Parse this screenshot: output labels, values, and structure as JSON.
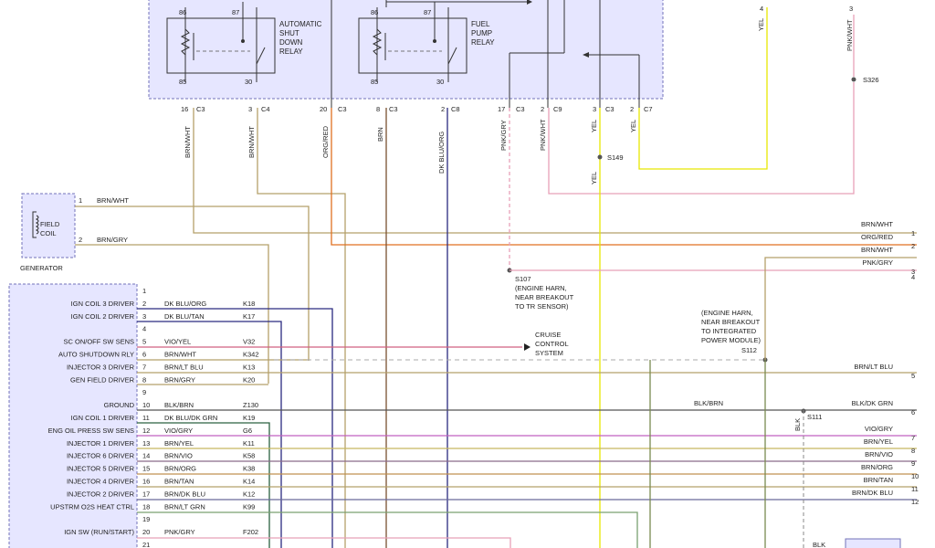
{
  "relays": [
    {
      "name": "AUTOMATIC SHUT DOWN RELAY",
      "lines": [
        "AUTOMATIC",
        "SHUT",
        "DOWN",
        "RELAY"
      ],
      "pins": [
        "86",
        "87",
        "85",
        "30"
      ]
    },
    {
      "name": "FUEL PUMP RELAY",
      "lines": [
        "FUEL",
        "PUMP",
        "RELAY"
      ],
      "pins": [
        "86",
        "87",
        "85",
        "30"
      ]
    }
  ],
  "connectors": [
    {
      "pin": "16",
      "conn": "C3"
    },
    {
      "pin": "3",
      "conn": "C4"
    },
    {
      "pin": "20",
      "conn": "C3"
    },
    {
      "pin": "8",
      "conn": "C3"
    },
    {
      "pin": "2",
      "conn": "C8"
    },
    {
      "pin": "17",
      "conn": "C3"
    },
    {
      "pin": "2",
      "conn": "C9"
    },
    {
      "pin": "3",
      "conn": "C3"
    },
    {
      "pin": "2",
      "conn": "C7"
    }
  ],
  "vertical_labels": [
    "BRN/WHT",
    "BRN/WHT",
    "ORG/RED",
    "BRN",
    "DK BLU/ORG",
    "PNK/GRY",
    "PNK/WHT",
    "YEL",
    "YEL",
    "YEL",
    "YEL",
    "PNK/WHT",
    "BLK"
  ],
  "top_right_pins": [
    "4",
    "3"
  ],
  "splices": [
    "S326",
    "S149",
    "S107",
    "S112",
    "S111"
  ],
  "splice_notes": {
    "s107": [
      "(ENGINE HARN,",
      "NEAR BREAKOUT",
      "TO TR SENSOR)"
    ],
    "s112": [
      "(ENGINE HARN,",
      "NEAR BREAKOUT",
      "TO INTEGRATED",
      "POWER MODULE)"
    ]
  },
  "generator": {
    "title": "GENERATOR",
    "coil_lines": [
      "FIELD",
      "COIL"
    ],
    "pins": [
      {
        "pin": "1",
        "wire": "BRN/WHT"
      },
      {
        "pin": "2",
        "wire": "BRN/GRY"
      }
    ]
  },
  "cruise_lines": [
    "CRUISE",
    "CONTROL",
    "SYSTEM"
  ],
  "pcm_rows": [
    {
      "pin": "1",
      "func": "",
      "wire": "",
      "circuit": ""
    },
    {
      "pin": "2",
      "func": "IGN COIL 3 DRIVER",
      "wire": "DK BLU/ORG",
      "circuit": "K18"
    },
    {
      "pin": "3",
      "func": "IGN COIL 2 DRIVER",
      "wire": "DK BLU/TAN",
      "circuit": "K17"
    },
    {
      "pin": "4",
      "func": "",
      "wire": "",
      "circuit": ""
    },
    {
      "pin": "5",
      "func": "SC ON/OFF SW SENS",
      "wire": "VIO/YEL",
      "circuit": "V32"
    },
    {
      "pin": "6",
      "func": "AUTO SHUTDOWN RLY",
      "wire": "BRN/WHT",
      "circuit": "K342"
    },
    {
      "pin": "7",
      "func": "INJECTOR 3 DRIVER",
      "wire": "BRN/LT BLU",
      "circuit": "K13"
    },
    {
      "pin": "8",
      "func": "GEN FIELD DRIVER",
      "wire": "BRN/GRY",
      "circuit": "K20"
    },
    {
      "pin": "9",
      "func": "",
      "wire": "",
      "circuit": ""
    },
    {
      "pin": "10",
      "func": "GROUND",
      "wire": "BLK/BRN",
      "circuit": "Z130"
    },
    {
      "pin": "11",
      "func": "IGN COIL 1 DRIVER",
      "wire": "DK BLU/DK GRN",
      "circuit": "K19"
    },
    {
      "pin": "12",
      "func": "ENG OIL PRESS SW SENS",
      "wire": "VIO/GRY",
      "circuit": "G6"
    },
    {
      "pin": "13",
      "func": "INJECTOR 1 DRIVER",
      "wire": "BRN/YEL",
      "circuit": "K11"
    },
    {
      "pin": "14",
      "func": "INJECTOR 6 DRIVER",
      "wire": "BRN/VIO",
      "circuit": "K58"
    },
    {
      "pin": "15",
      "func": "INJECTOR 5 DRIVER",
      "wire": "BRN/ORG",
      "circuit": "K38"
    },
    {
      "pin": "16",
      "func": "INJECTOR 4 DRIVER",
      "wire": "BRN/TAN",
      "circuit": "K14"
    },
    {
      "pin": "17",
      "func": "INJECTOR 2 DRIVER",
      "wire": "BRN/DK BLU",
      "circuit": "K12"
    },
    {
      "pin": "18",
      "func": "UPSTRM O2S HEAT CTRL",
      "wire": "BRN/LT GRN",
      "circuit": "K99"
    },
    {
      "pin": "19",
      "func": "",
      "wire": "",
      "circuit": ""
    },
    {
      "pin": "20",
      "func": "IGN SW (RUN/START)",
      "wire": "PNK/GRY",
      "circuit": "F202"
    },
    {
      "pin": "21",
      "func": "",
      "wire": "",
      "circuit": ""
    }
  ],
  "right_rows": [
    {
      "pin": "1",
      "wire": "BRN/WHT"
    },
    {
      "pin": "2",
      "wire": "ORG/RED"
    },
    {
      "pin": "",
      "wire": "BRN/WHT"
    },
    {
      "pin": "3",
      "wire": "PNK/GRY"
    },
    {
      "pin": "4",
      "wire": ""
    },
    {
      "pin": "5",
      "wire": "BRN/LT BLU"
    },
    {
      "pin": "6",
      "wire": "BLK/DK GRN"
    },
    {
      "pin": "7",
      "wire": "VIO/GRY"
    },
    {
      "pin": "8",
      "wire": "BRN/YEL"
    },
    {
      "pin": "9",
      "wire": "BRN/VIO"
    },
    {
      "pin": "10",
      "wire": "BRN/ORG"
    },
    {
      "pin": "11",
      "wire": "BRN/TAN"
    },
    {
      "pin": "12",
      "wire": "BRN/DK BLU"
    }
  ],
  "mid_labels": {
    "blk_brn": "BLK/BRN",
    "blk_bottom": "BLK"
  },
  "colors": {
    "box_fill": "#e6e6ff",
    "yellow": "#e8e800",
    "pink": "#e8a0b8",
    "orange": "#e07020",
    "tan": "#b5a06a",
    "brown": "#7a5030"
  }
}
